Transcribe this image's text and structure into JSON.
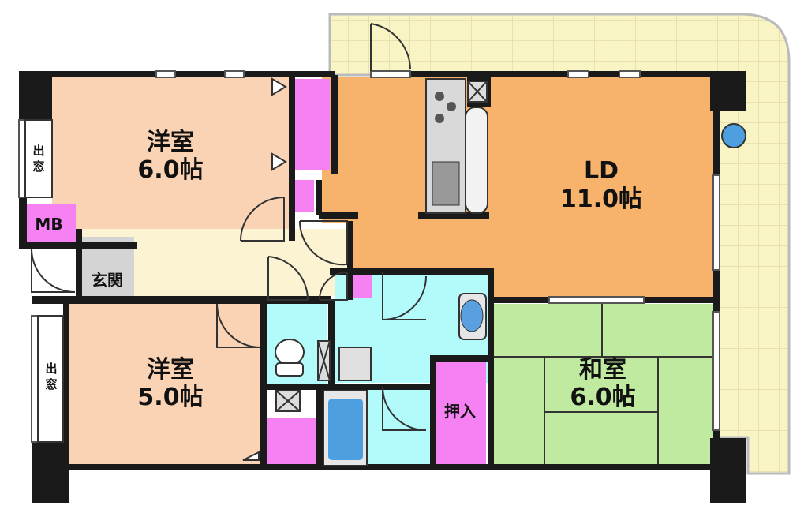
{
  "rooms": {
    "western_room_1": {
      "name": "洋室",
      "size": "6.0帖"
    },
    "western_room_2": {
      "name": "洋室",
      "size": "5.0帖"
    },
    "living_dining": {
      "name": "LD",
      "size": "11.0帖"
    },
    "japanese_room": {
      "name": "和室",
      "size": "6.0帖"
    }
  },
  "labels": {
    "meter_box": "MB",
    "entrance": "玄関",
    "bay_window_1_top": "出",
    "bay_window_1_bottom": "窓",
    "bay_window_2_top": "出",
    "bay_window_2_bottom": "窓",
    "closet": "押入"
  },
  "colors": {
    "western": "#f9d3b4",
    "living": "#f7b26b",
    "wet_area": "#b3fbfb",
    "japanese": "#bfeaa0",
    "storage": "#f581f2",
    "entrance": "#fcf3d2",
    "balcony": "#f8f4c4",
    "wall": "#1a1a1a"
  }
}
